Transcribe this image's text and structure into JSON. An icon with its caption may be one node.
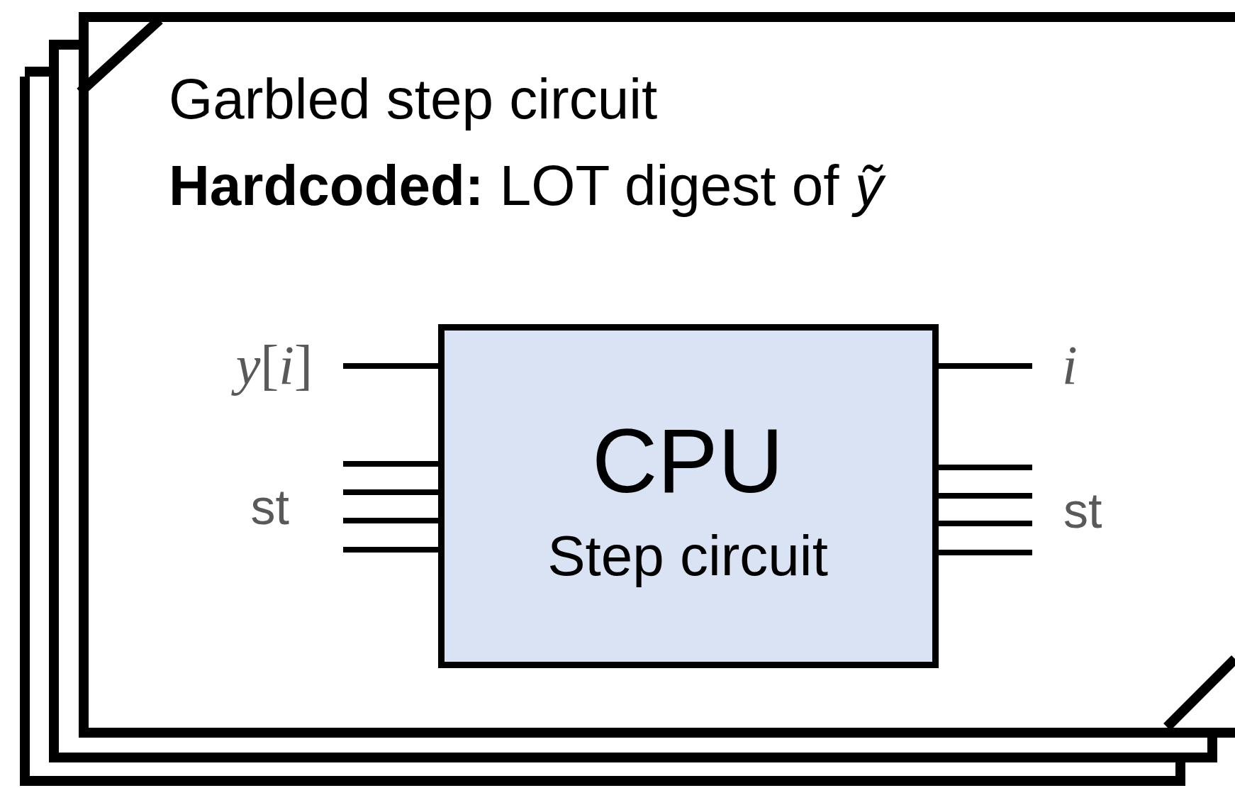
{
  "diagram": {
    "nodes": [
      {
        "text": [
          "Garbled step circuit",
          "**Hardcoded:** LOT digest of *ỹ*"
        ]
      },
      {
        "text": [
          "*y*[*i*]"
        ],
        "in": 0
      },
      {
        "text": [
          "st"
        ],
        "in": 0
      },
      {
        "text": [
          "CPU",
          "Step circuit"
        ],
        "in": 0
      },
      {
        "text": [
          "i"
        ],
        "in": 0
      },
      {
        "text": [
          "st"
        ],
        "in": 0
      }
    ],
    "edges": [
      {
        "from": 1,
        "to": 3,
        "arrow": "none"
      },
      {
        "from": 2,
        "to": 3,
        "arrow": "none"
      },
      {
        "from": 2,
        "to": 3,
        "arrow": "none"
      },
      {
        "from": 2,
        "to": 3,
        "arrow": "none"
      },
      {
        "from": 2,
        "to": 3,
        "arrow": "none"
      },
      {
        "from": 3,
        "to": 4,
        "arrow": "none"
      },
      {
        "from": 3,
        "to": 5,
        "arrow": "none"
      },
      {
        "from": 3,
        "to": 5,
        "arrow": "none"
      },
      {
        "from": 3,
        "to": 5,
        "arrow": "none"
      },
      {
        "from": 3,
        "to": 5,
        "arrow": "none"
      }
    ]
  }
}
